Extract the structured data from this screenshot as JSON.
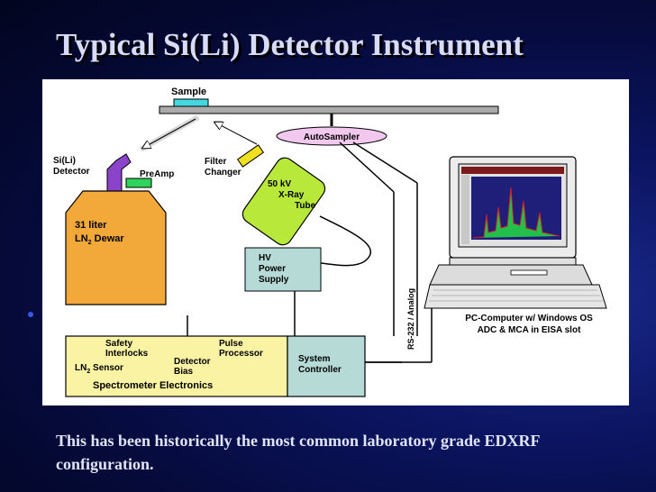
{
  "slide": {
    "title": "Typical Si(Li) Detector Instrument",
    "caption": "This has been historically the most common laboratory grade EDXRF configuration."
  },
  "diagram": {
    "sample": "Sample",
    "autosampler": "AutoSampler",
    "detector_line1": "Si(Li)",
    "detector_line2": "Detector",
    "preamp": "PreAmp",
    "filter_line1": "Filter",
    "filter_line2": "Changer",
    "xray_line1": "50 kV",
    "xray_line2": "X-Ray",
    "xray_line3": "Tube",
    "dewar_line1": "31 liter",
    "dewar_line2_main": "LN",
    "dewar_line2_sub": "2",
    "dewar_line2_rest": " Dewar",
    "hv_line1": "HV",
    "hv_line2": "Power",
    "hv_line3": "Supply",
    "safety_line1": "Safety",
    "safety_line2": "Interlocks",
    "pulse_line1": "Pulse",
    "pulse_line2": "Processor",
    "detbias_line1": "Detector",
    "detbias_line2": "Bias",
    "ln2sensor_main": "LN",
    "ln2sensor_sub": "2",
    "ln2sensor_rest": " Sensor",
    "spectrometer": "Spectrometer Electronics",
    "system_line1": "System",
    "system_line2": "Controller",
    "rs232": "RS-232 / Analog",
    "pc_line1": "PC-Computer w/ Windows OS",
    "pc_line2": "ADC & MCA in EISA slot"
  },
  "colors": {
    "dewar": "#f2a93a",
    "detector": "#8a43c9",
    "preamp": "#2fd35a",
    "xray_tube": "#b8e83a",
    "filter": "#f0e020",
    "box_teal": "#b6dbd6",
    "box_yellow": "#fbf3a4",
    "sample": "#43d8e0",
    "autosampler": "#f3c8ef"
  }
}
